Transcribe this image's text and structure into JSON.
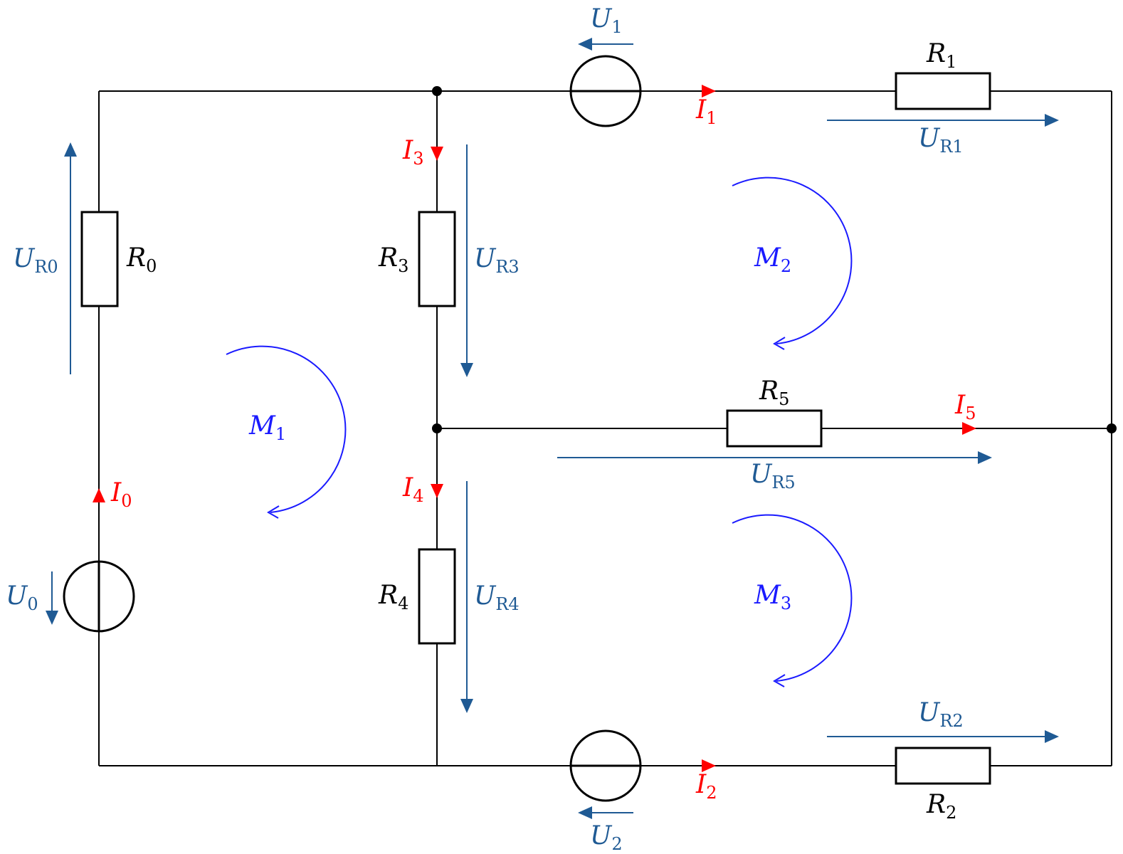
{
  "resistors": {
    "R0": {
      "sym": "R",
      "sub": "0"
    },
    "R1": {
      "sym": "R",
      "sub": "1"
    },
    "R2": {
      "sym": "R",
      "sub": "2"
    },
    "R3": {
      "sym": "R",
      "sub": "3"
    },
    "R4": {
      "sym": "R",
      "sub": "4"
    },
    "R5": {
      "sym": "R",
      "sub": "5"
    }
  },
  "sources": {
    "U0": {
      "sym": "U",
      "sub": "0"
    },
    "U1": {
      "sym": "U",
      "sub": "1"
    },
    "U2": {
      "sym": "U",
      "sub": "2"
    }
  },
  "resistor_voltages": {
    "UR0": {
      "sym": "U",
      "sub": "R0"
    },
    "UR1": {
      "sym": "U",
      "sub": "R1"
    },
    "UR2": {
      "sym": "U",
      "sub": "R2"
    },
    "UR3": {
      "sym": "U",
      "sub": "R3"
    },
    "UR4": {
      "sym": "U",
      "sub": "R4"
    },
    "UR5": {
      "sym": "U",
      "sub": "R5"
    }
  },
  "currents": {
    "I0": {
      "sym": "I",
      "sub": "0"
    },
    "I1": {
      "sym": "I",
      "sub": "1"
    },
    "I2": {
      "sym": "I",
      "sub": "2"
    },
    "I3": {
      "sym": "I",
      "sub": "3"
    },
    "I4": {
      "sym": "I",
      "sub": "4"
    },
    "I5": {
      "sym": "I",
      "sub": "5"
    }
  },
  "meshes": {
    "M1": {
      "sym": "M",
      "sub": "1"
    },
    "M2": {
      "sym": "M",
      "sub": "2"
    },
    "M3": {
      "sym": "M",
      "sub": "3"
    }
  },
  "colors": {
    "wire": "#000000",
    "voltage": "#1f5a94",
    "current": "#ff0000",
    "mesh": "#1a1aff"
  }
}
